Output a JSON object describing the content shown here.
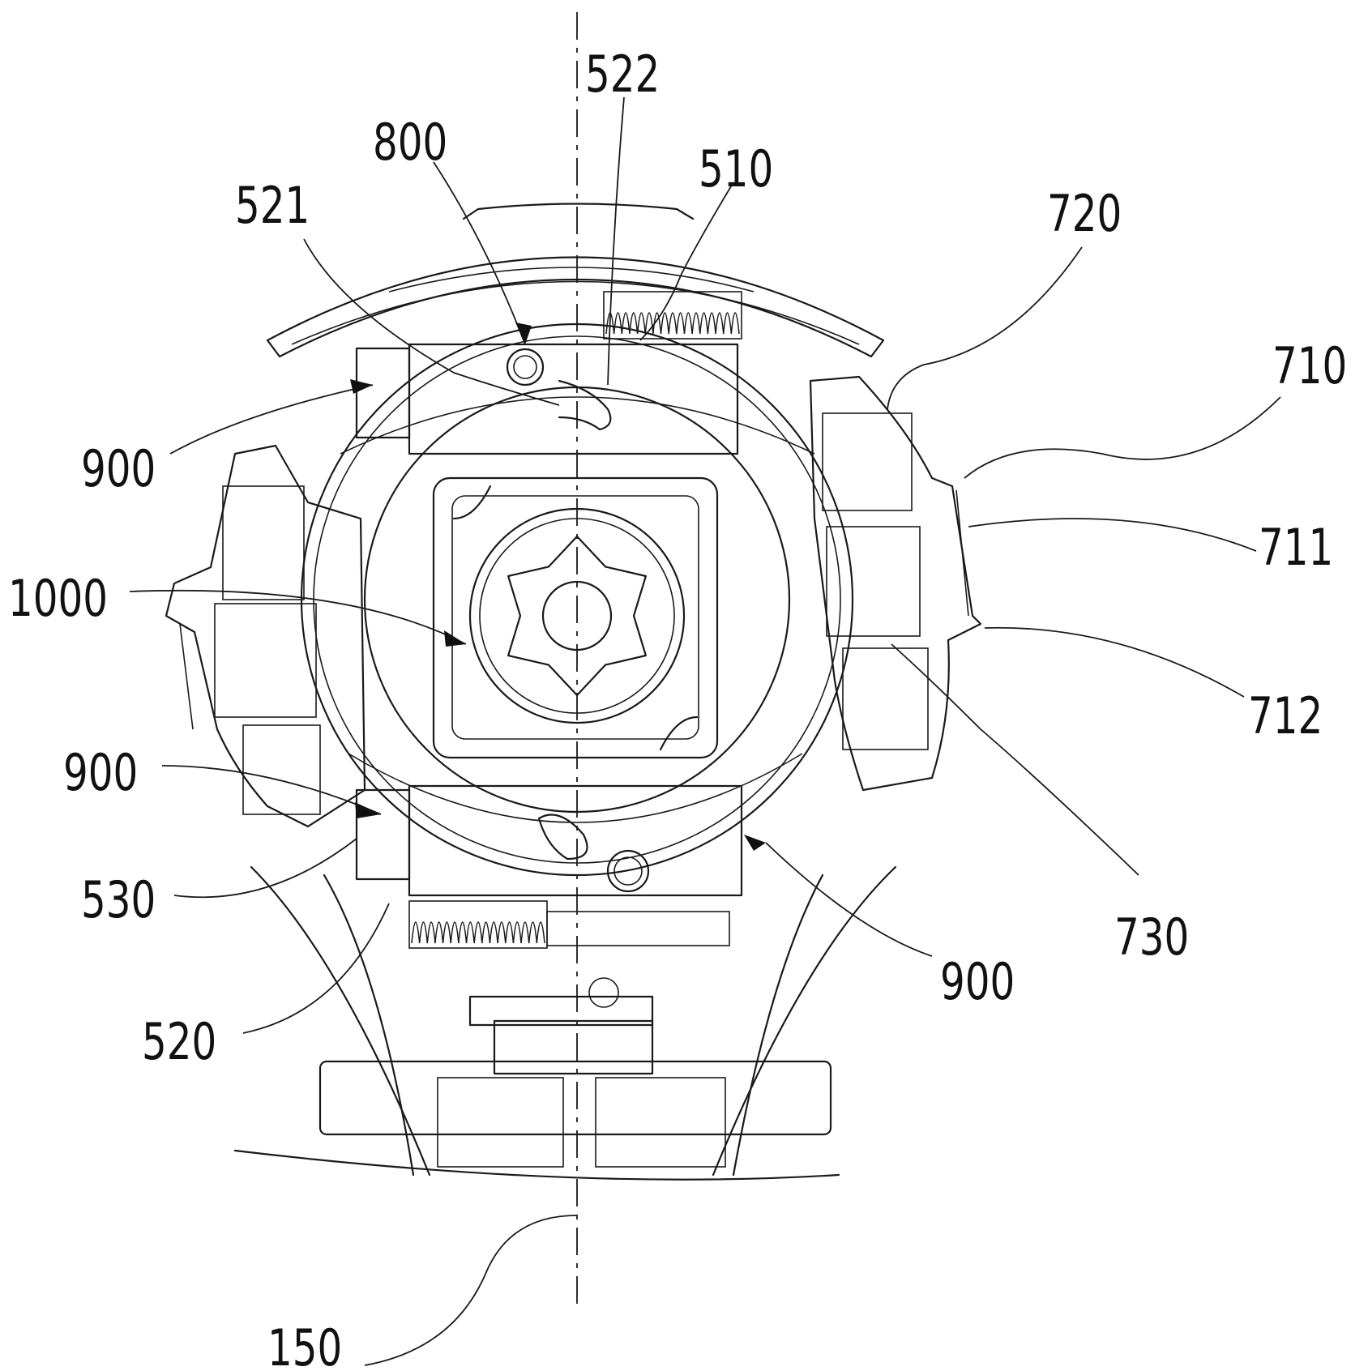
{
  "diagram": {
    "labels": {
      "l150": "150",
      "l510": "510",
      "l520": "520",
      "l521": "521",
      "l522": "522",
      "l530": "530",
      "l710": "710",
      "l711": "711",
      "l712": "712",
      "l720": "720",
      "l730": "730",
      "l800": "800",
      "l900_upper_left": "900",
      "l900_lower_left": "900",
      "l900_lower_right": "900",
      "l1000": "1000"
    }
  }
}
